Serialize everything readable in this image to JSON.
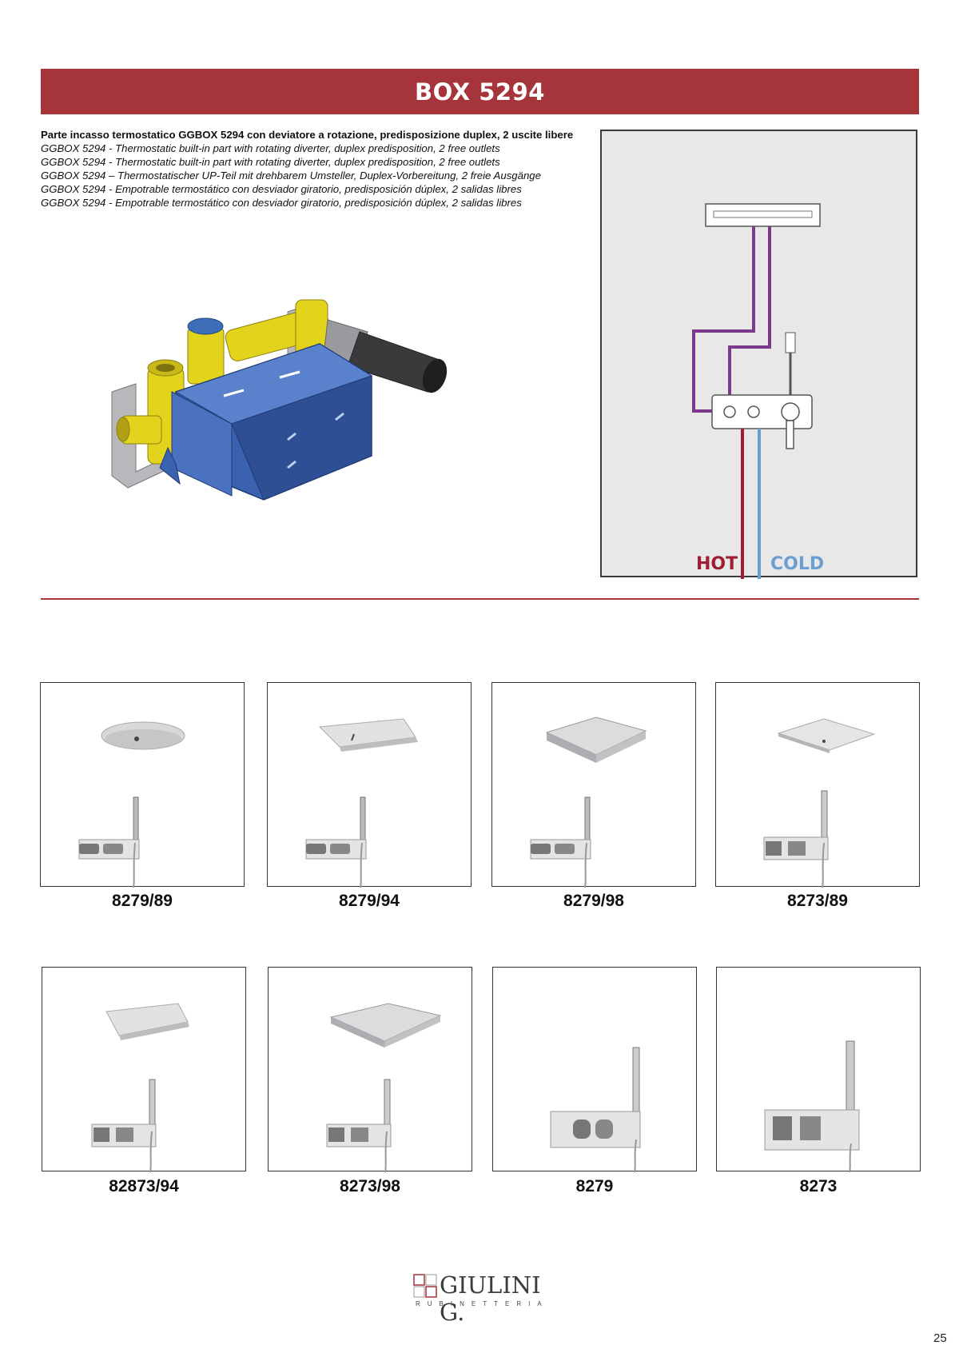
{
  "title": "BOX 5294",
  "description": {
    "italian": "Parte incasso termostatico GGBOX 5294 con deviatore a rotazione, predisposizione duplex, 2 uscite libere",
    "lines": [
      "GGBOX 5294 - Thermostatic built-in part with rotating diverter, duplex predisposition, 2 free outlets",
      "GGBOX 5294 - Thermostatic built-in part with rotating diverter, duplex predisposition, 2 free outlets",
      "GGBOX 5294 – Thermostatischer UP-Teil mit drehbarem Umsteller, Duplex-Vorbereitung, 2 freie Ausgänge",
      "GGBOX 5294 - Empotrable termostático con desviador giratorio, predisposición dúplex, 2 salidas libres",
      "GGBOX 5294 - Empotrable termostático con desviador giratorio, predisposición dúplex, 2 salidas libres"
    ]
  },
  "diagram": {
    "hot_label": "HOT",
    "cold_label": "COLD",
    "colors": {
      "hot": "#a11e32",
      "cold": "#6a9fd2",
      "outlet": "#7b3a8c"
    }
  },
  "products": [
    {
      "code": "8279/89",
      "head": "round",
      "valve": "round"
    },
    {
      "code": "8279/94",
      "head": "curved",
      "valve": "round"
    },
    {
      "code": "8279/98",
      "head": "square-deep",
      "valve": "round"
    },
    {
      "code": "8273/89",
      "head": "square-flat",
      "valve": "square"
    },
    {
      "code": "82873/94",
      "head": "curved",
      "valve": "square"
    },
    {
      "code": "8273/98",
      "head": "square-deep",
      "valve": "square"
    },
    {
      "code": "8279",
      "head": "none",
      "valve": "round-large"
    },
    {
      "code": "8273",
      "head": "none",
      "valve": "square-large"
    }
  ],
  "logo": {
    "name": "GIULINI G.",
    "subtitle": "RUBINETTERIA"
  },
  "page_number": "25",
  "colors": {
    "accent": "#a6343b"
  }
}
